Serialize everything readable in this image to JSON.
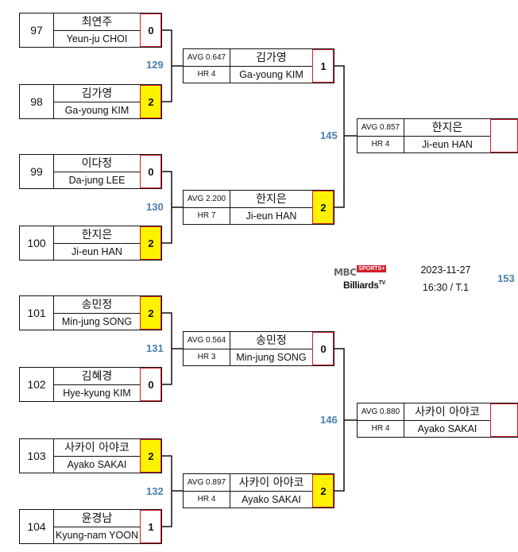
{
  "matches": {
    "m129": "129",
    "m130": "130",
    "m131": "131",
    "m132": "132",
    "m145": "145",
    "m146": "146",
    "m153": "153"
  },
  "r1": [
    {
      "seed": "97",
      "kr": "최연주",
      "en": "Yeun-ju CHOI",
      "score": "0"
    },
    {
      "seed": "98",
      "kr": "김가영",
      "en": "Ga-young KIM",
      "score": "2"
    },
    {
      "seed": "99",
      "kr": "이다정",
      "en": "Da-jung LEE",
      "score": "0"
    },
    {
      "seed": "100",
      "kr": "한지은",
      "en": "Ji-eun HAN",
      "score": "2"
    },
    {
      "seed": "101",
      "kr": "송민정",
      "en": "Min-jung SONG",
      "score": "2"
    },
    {
      "seed": "102",
      "kr": "김혜경",
      "en": "Hye-kyung KIM",
      "score": "0"
    },
    {
      "seed": "103",
      "kr": "사카이 아야코",
      "en": "Ayako SAKAI",
      "score": "2"
    },
    {
      "seed": "104",
      "kr": "윤경남",
      "en": "Kyung-nam YOON",
      "score": "1"
    }
  ],
  "r2": [
    {
      "avg": "AVG 0.647",
      "hr": "HR 4",
      "kr": "김가영",
      "en": "Ga-young KIM",
      "score": "1"
    },
    {
      "avg": "AVG 2.200",
      "hr": "HR 7",
      "kr": "한지은",
      "en": "Ji-eun HAN",
      "score": "2"
    },
    {
      "avg": "AVG 0.564",
      "hr": "HR 3",
      "kr": "송민정",
      "en": "Min-jung SONG",
      "score": "0"
    },
    {
      "avg": "AVG 0.897",
      "hr": "HR 4",
      "kr": "사카이 아야코",
      "en": "Ayako SAKAI",
      "score": "2"
    }
  ],
  "r3": [
    {
      "avg": "AVG 0.857",
      "hr": "HR 4",
      "kr": "한지은",
      "en": "Ji-eun HAN",
      "score": ""
    },
    {
      "avg": "AVG 0.880",
      "hr": "HR 4",
      "kr": "사카이 아야코",
      "en": "Ayako SAKAI",
      "score": ""
    }
  ],
  "logo": {
    "mbc": "MBC",
    "sports": "SPORTS+",
    "billiards": "Billiards",
    "tv": "TV"
  },
  "schedule": {
    "date": "2023-11-27",
    "time": "16:30 / T.1"
  }
}
